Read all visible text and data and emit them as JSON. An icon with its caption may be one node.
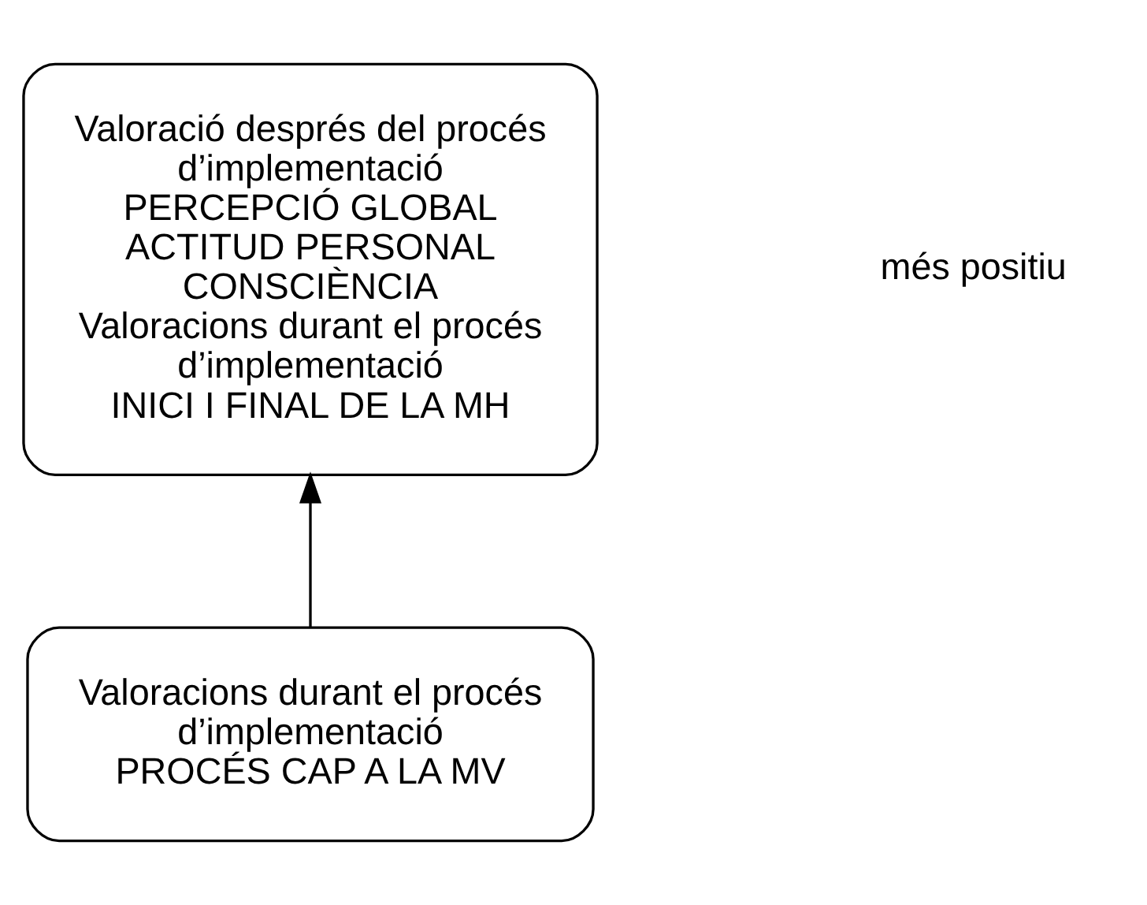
{
  "diagram": {
    "nodes": [
      {
        "text": [
          "Valoració després del procés d’implementació",
          "PERCEPCIÓ GLOBAL",
          "ACTITUD PERSONAL",
          "CONSCIÈNCIA",
          "Valoracions durant el procés d’implementació",
          "INICI I FINAL DE LA MH"
        ]
      },
      {
        "text": [
          "Valoracions durant el procés d’implementació",
          "PROCÉS CAP A LA MV"
        ]
      }
    ],
    "edges": [
      {
        "from": 1,
        "to": 0,
        "arrow": "to"
      }
    ],
    "labels": [
      "més positiu"
    ]
  }
}
